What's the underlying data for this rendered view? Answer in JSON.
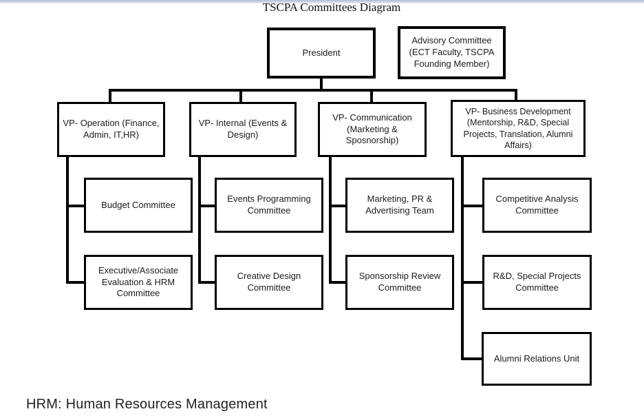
{
  "page": {
    "title": "TSCPA Committees Diagram",
    "footnote": "HRM: Human Resources Management"
  },
  "org": {
    "president": {
      "label": "President"
    },
    "advisory": {
      "label": "Advisory Committee (ECT Faculty, TSCPA Founding Member)"
    },
    "branches": [
      {
        "vp": "VP- Operation (Finance, Admin, IT,HR)",
        "children": [
          "Budget Committee",
          "Executive/Associate Evaluation & HRM Committee"
        ]
      },
      {
        "vp": "VP- Internal (Events & Design)",
        "children": [
          "Events Programming Committee",
          "Creative Design Committee"
        ]
      },
      {
        "vp": "VP- Communication (Marketing & Sposnorship)",
        "children": [
          "Marketing, PR & Advertising Team",
          "Sponsorship Review Committee"
        ]
      },
      {
        "vp": "VP- Business Development (Mentorship, R&D, Special Projects, Translation, Alumni Affairs)",
        "children": [
          "Competitive Analysis Committee",
          "R&D, Special Projects Committee",
          "Alumni Relations Unit"
        ]
      }
    ]
  },
  "colors": {
    "line": "#000000",
    "text": "#1b1b1b",
    "background": "#ffffff",
    "top_bar": "#c3d0de"
  }
}
